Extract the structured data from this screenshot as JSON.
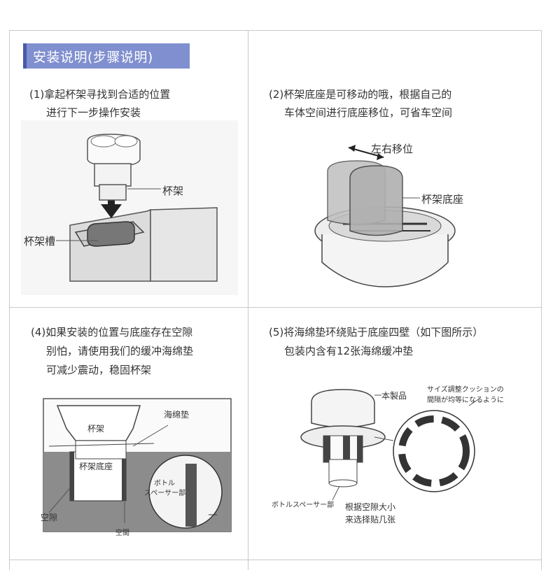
{
  "title": "安装说明(步骤说明)",
  "steps": {
    "s1": {
      "line1": "(1)拿起杯架寻找到合适的位置",
      "line2": "进行下一步操作安装",
      "labels": {
        "holder": "杯架",
        "slot": "杯架槽"
      }
    },
    "s2": {
      "line1": "(2)杯架底座是可移动的哦，根据自己的",
      "line2": "车体空间进行底座移位，可省车空间",
      "labels": {
        "move": "左右移位",
        "base": "杯架底座"
      }
    },
    "s4": {
      "line1": "(4)如果安装的位置与底座存在空隙",
      "line2": "别怕，请使用我们的缓冲海绵垫",
      "line3": "可减少震动，稳固杯架",
      "labels": {
        "holder": "杯架",
        "base": "杯架底座",
        "sponge": "海绵垫",
        "gap": "空隙",
        "bottle1": "ボトル",
        "bottle2": "スペーサー部",
        "gap_jp": "空間"
      }
    },
    "s5": {
      "line1": "(5)将海绵垫环绕贴于底座四壁（如下图所示）",
      "line2": "包装内含有12张海绵缓冲垫",
      "labels": {
        "product": "本製品",
        "note1": "サイズ調整クッションの",
        "note2": "間隔が均等になるように",
        "spacer": "ボトルスペーサー部",
        "choose1": "根据空隙大小",
        "choose2": "来选择贴几张"
      }
    }
  }
}
